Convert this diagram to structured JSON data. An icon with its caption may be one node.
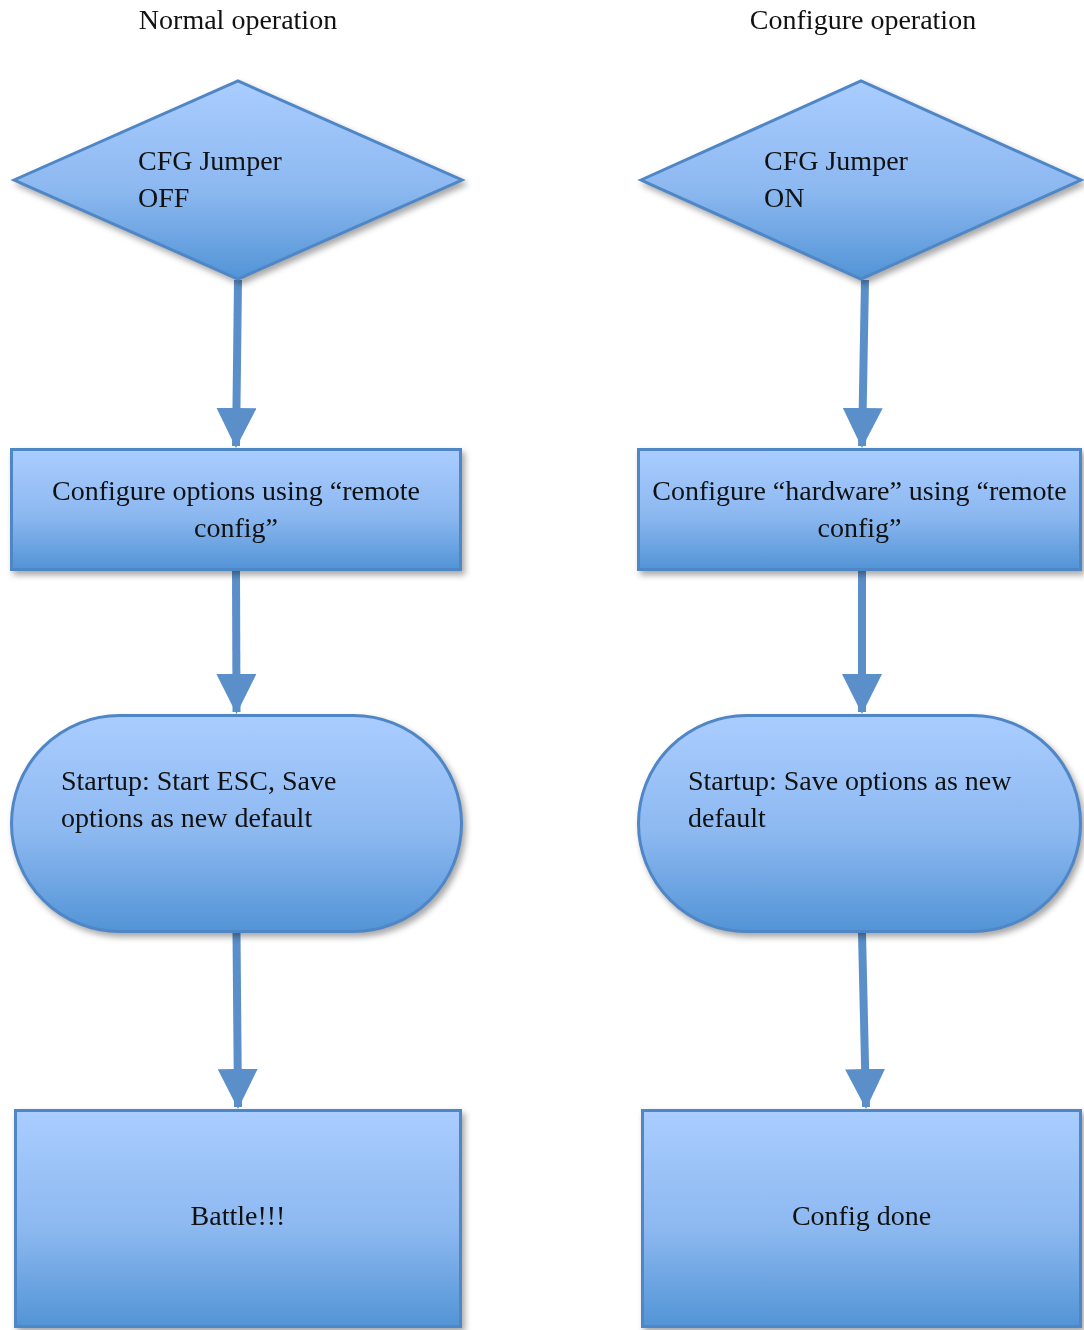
{
  "diagram": {
    "nodes": [
      {
        "text": [
          "CFG Jumper OFF"
        ]
      },
      {
        "text": [
          "Configure options using “remote config”"
        ]
      },
      {
        "text": [
          "Startup:  Start ESC, Save options as new default"
        ]
      },
      {
        "text": [
          "Battle!!!"
        ]
      },
      {
        "text": [
          "CFG Jumper ON"
        ]
      },
      {
        "text": [
          "Configure “hardware” using “remote config”"
        ]
      },
      {
        "text": [
          "Startup: Save options as new default"
        ]
      },
      {
        "text": [
          "Config done"
        ]
      }
    ],
    "edges": [
      {
        "from": 0,
        "to": 1,
        "arrow": "to"
      },
      {
        "from": 1,
        "to": 2,
        "arrow": "to"
      },
      {
        "from": 2,
        "to": 3,
        "arrow": "to"
      },
      {
        "from": 4,
        "to": 5,
        "arrow": "to"
      },
      {
        "from": 5,
        "to": 6,
        "arrow": "to"
      },
      {
        "from": 6,
        "to": 7,
        "arrow": "to"
      }
    ],
    "labels": [
      "Normal operation",
      "Configure operation"
    ]
  }
}
